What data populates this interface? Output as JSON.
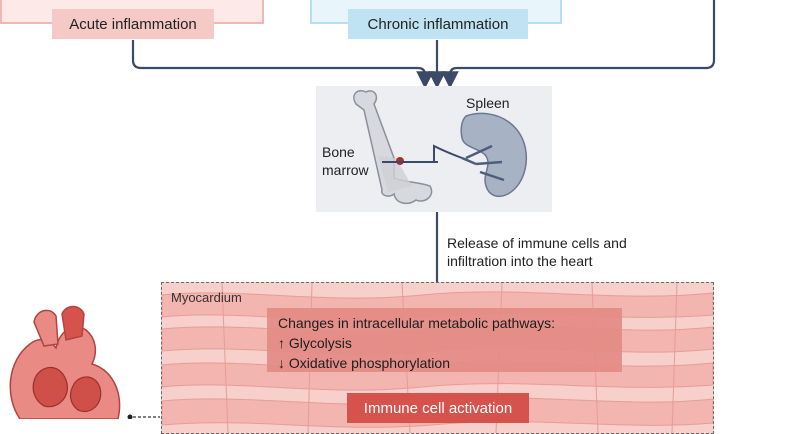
{
  "inputs": {
    "acute_label": "Acute inflammation",
    "chronic_label": "Chronic  inflammation"
  },
  "organs": {
    "bone_marrow_line1": "Bone",
    "bone_marrow_line2": "marrow",
    "spleen_label": "Spleen"
  },
  "release": {
    "line1": "Release of immune cells and",
    "line2": "infiltration into the heart"
  },
  "myocardium": {
    "label": "Myocardium",
    "pathway_title": "Changes in intracellular metabolic pathways:",
    "pathway_item1": "↑ Glycolysis",
    "pathway_item2": "↓ Oxidative phosphorylation",
    "activation_label": "Immune cell activation"
  },
  "colors": {
    "arrow": "#3a4a68",
    "acute_fill": "#f5c9c6",
    "chronic_fill": "#bfe3f3",
    "pathway_fill": "#e48c86",
    "activation_fill": "#d6524c",
    "organ_panel": "#eceef2"
  }
}
